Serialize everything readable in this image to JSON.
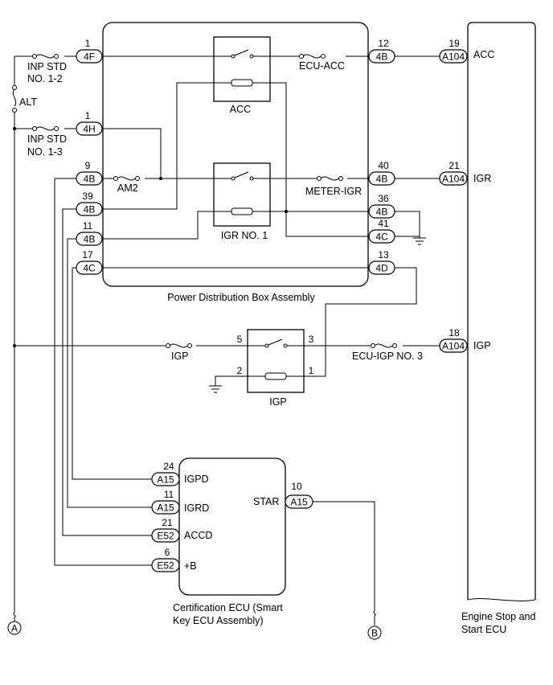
{
  "boxes": {
    "pdb": "Power Distribution Box Assembly",
    "cert_line1": "Certification ECU (Smart",
    "cert_line2": "Key ECU Assembly)",
    "eng_line1": "Engine Stop and",
    "eng_line2": "Start ECU"
  },
  "fuses": {
    "inp12_l1": "INP STD",
    "inp12_l2": "NO. 1-2",
    "alt": "ALT",
    "inp13_l1": "INP STD",
    "inp13_l2": "NO. 1-3",
    "am2": "AM2",
    "ecu_acc": "ECU-ACC",
    "meter_igr": "METER-IGR",
    "igp": "IGP",
    "ecu_igp3": "ECU-IGP NO. 3"
  },
  "relays": {
    "acc": "ACC",
    "igr1": "IGR NO. 1",
    "igp": "IGP"
  },
  "relay_pins": {
    "p5": "5",
    "p3": "3",
    "p2": "2",
    "p1": "1"
  },
  "connectors": {
    "c1": {
      "pin": "1",
      "label": "4F"
    },
    "c2": {
      "pin": "1",
      "label": "4H"
    },
    "c3": {
      "pin": "9",
      "label": "4B"
    },
    "c4": {
      "pin": "39",
      "label": "4B"
    },
    "c5": {
      "pin": "11",
      "label": "4B"
    },
    "c6": {
      "pin": "17",
      "label": "4C"
    },
    "c7": {
      "pin": "12",
      "label": "4B"
    },
    "c8": {
      "pin": "40",
      "label": "4B"
    },
    "c9": {
      "pin": "36",
      "label": "4B"
    },
    "c10": {
      "pin": "41",
      "label": "4C"
    },
    "c11": {
      "pin": "13",
      "label": "4D"
    },
    "c12": {
      "pin": "19",
      "label": "A104",
      "signal": "ACC"
    },
    "c13": {
      "pin": "21",
      "label": "A104",
      "signal": "IGR"
    },
    "c14": {
      "pin": "18",
      "label": "A104",
      "signal": "IGP"
    },
    "c15": {
      "pin": "24",
      "label": "A15",
      "signal": "IGPD"
    },
    "c16": {
      "pin": "11",
      "label": "A15",
      "signal": "IGRD"
    },
    "c17": {
      "pin": "21",
      "label": "E52",
      "signal": "ACCD"
    },
    "c18": {
      "pin": "6",
      "label": "E52",
      "signal": "+B"
    },
    "c19": {
      "pin": "10",
      "label": "A15",
      "signal": "STAR"
    }
  },
  "offpage": {
    "a": "A",
    "b": "B"
  }
}
